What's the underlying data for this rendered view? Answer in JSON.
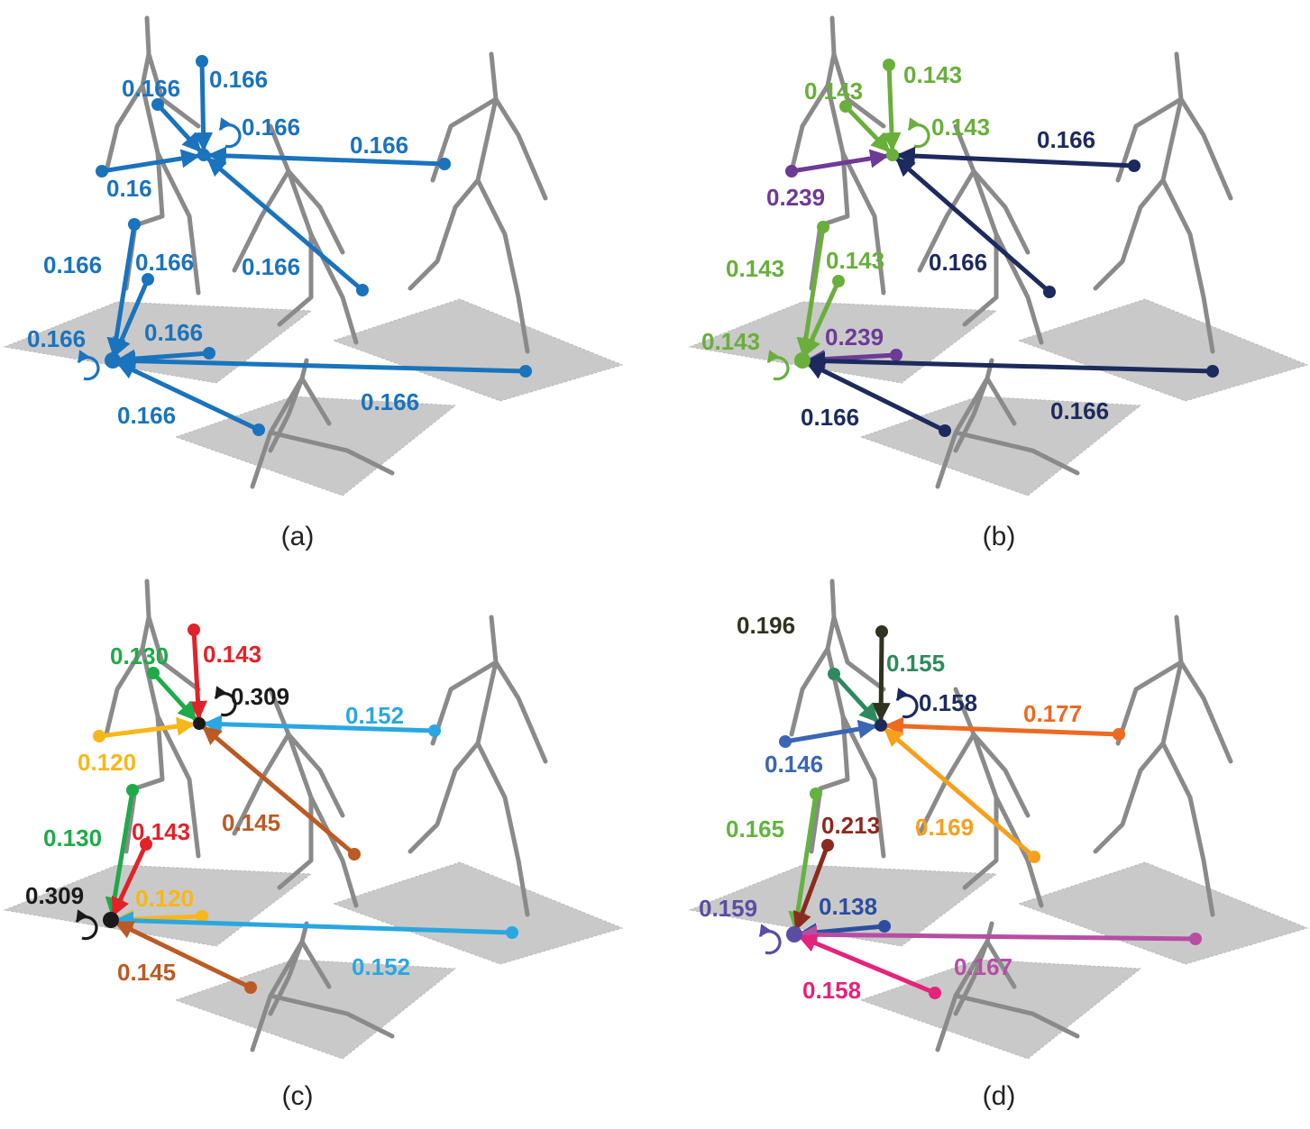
{
  "captions": [
    "(a)",
    "(b)",
    "(c)",
    "(d)"
  ],
  "panels": [
    {
      "id": "a",
      "edges": [
        {
          "label": "0.166",
          "color": "#1a73bd"
        },
        {
          "label": "0.166",
          "color": "#1a73bd"
        },
        {
          "label": "0.166",
          "color": "#1a73bd"
        },
        {
          "label": "0.166",
          "color": "#1a73bd"
        },
        {
          "label": "0.16",
          "color": "#1a73bd"
        },
        {
          "label": "0.166",
          "color": "#1a73bd"
        },
        {
          "label": "0.166",
          "color": "#1a73bd"
        },
        {
          "label": "0.166",
          "color": "#1a73bd"
        },
        {
          "label": "0.166",
          "color": "#1a73bd"
        },
        {
          "label": "0.166",
          "color": "#1a73bd"
        },
        {
          "label": "0.166",
          "color": "#1a73bd"
        },
        {
          "label": "0.166",
          "color": "#1a73bd"
        }
      ]
    },
    {
      "id": "b",
      "edges": [
        {
          "label": "0.143",
          "color": "#6aae3c"
        },
        {
          "label": "0.143",
          "color": "#6aae3c"
        },
        {
          "label": "0.143",
          "color": "#6aae3c"
        },
        {
          "label": "0.166",
          "color": "#1c2a5e"
        },
        {
          "label": "0.239",
          "color": "#6d3a96"
        },
        {
          "label": "0.166",
          "color": "#1c2a5e"
        },
        {
          "label": "0.143",
          "color": "#6aae3c"
        },
        {
          "label": "0.143",
          "color": "#6aae3c"
        },
        {
          "label": "0.143",
          "color": "#6aae3c"
        },
        {
          "label": "0.239",
          "color": "#6d3a96"
        },
        {
          "label": "0.166",
          "color": "#1c2a5e"
        },
        {
          "label": "0.166",
          "color": "#1c2a5e"
        }
      ]
    },
    {
      "id": "c",
      "edges": [
        {
          "label": "0.143",
          "color": "#e2222a"
        },
        {
          "label": "0.130",
          "color": "#1faa4a"
        },
        {
          "label": "0.309",
          "color": "#1a1a1a"
        },
        {
          "label": "0.152",
          "color": "#2aa7e0"
        },
        {
          "label": "0.120",
          "color": "#f7b718"
        },
        {
          "label": "0.145",
          "color": "#bb5a25"
        },
        {
          "label": "0.130",
          "color": "#1faa4a"
        },
        {
          "label": "0.143",
          "color": "#e2222a"
        },
        {
          "label": "0.309",
          "color": "#1a1a1a"
        },
        {
          "label": "0.120",
          "color": "#f7b718"
        },
        {
          "label": "0.152",
          "color": "#2aa7e0"
        },
        {
          "label": "0.145",
          "color": "#bb5a25"
        }
      ]
    },
    {
      "id": "d",
      "edges": [
        {
          "label": "0.196",
          "color": "#2f3320"
        },
        {
          "label": "0.155",
          "color": "#2e8a5e"
        },
        {
          "label": "0.158",
          "color": "#1c2a5e"
        },
        {
          "label": "0.177",
          "color": "#ec6a22"
        },
        {
          "label": "0.146",
          "color": "#3a66b5"
        },
        {
          "label": "0.169",
          "color": "#f6a01c"
        },
        {
          "label": "0.165",
          "color": "#64b33e"
        },
        {
          "label": "0.213",
          "color": "#8b2a1f"
        },
        {
          "label": "0.159",
          "color": "#5a4da3"
        },
        {
          "label": "0.138",
          "color": "#2c4ea0"
        },
        {
          "label": "0.167",
          "color": "#b64ea4"
        },
        {
          "label": "0.158",
          "color": "#e4237a"
        }
      ]
    }
  ]
}
